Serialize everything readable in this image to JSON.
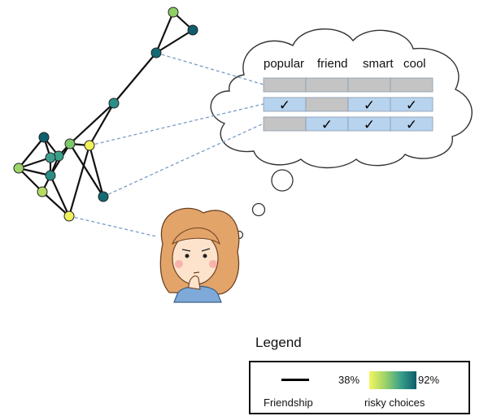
{
  "thought_table": {
    "columns": [
      "popular",
      "friend",
      "smart",
      "cool"
    ],
    "rows": [
      [
        false,
        false,
        false,
        false
      ],
      [
        true,
        false,
        true,
        true
      ],
      [
        false,
        true,
        true,
        true
      ]
    ],
    "check_glyph": "✓"
  },
  "legend": {
    "title": "Legend",
    "friendship_label": "Friendship",
    "scale_min": "38%",
    "scale_max": "92%",
    "scale_label": "risky choices"
  },
  "colors": {
    "scale_low": "#f4f45f",
    "scale_mid": "#3aa08a",
    "scale_high": "#0b5d6b",
    "checked_cell": "#b7d3ee",
    "unchecked_cell": "#c4c4c4",
    "link_dashed": "#7a9cc6"
  }
}
